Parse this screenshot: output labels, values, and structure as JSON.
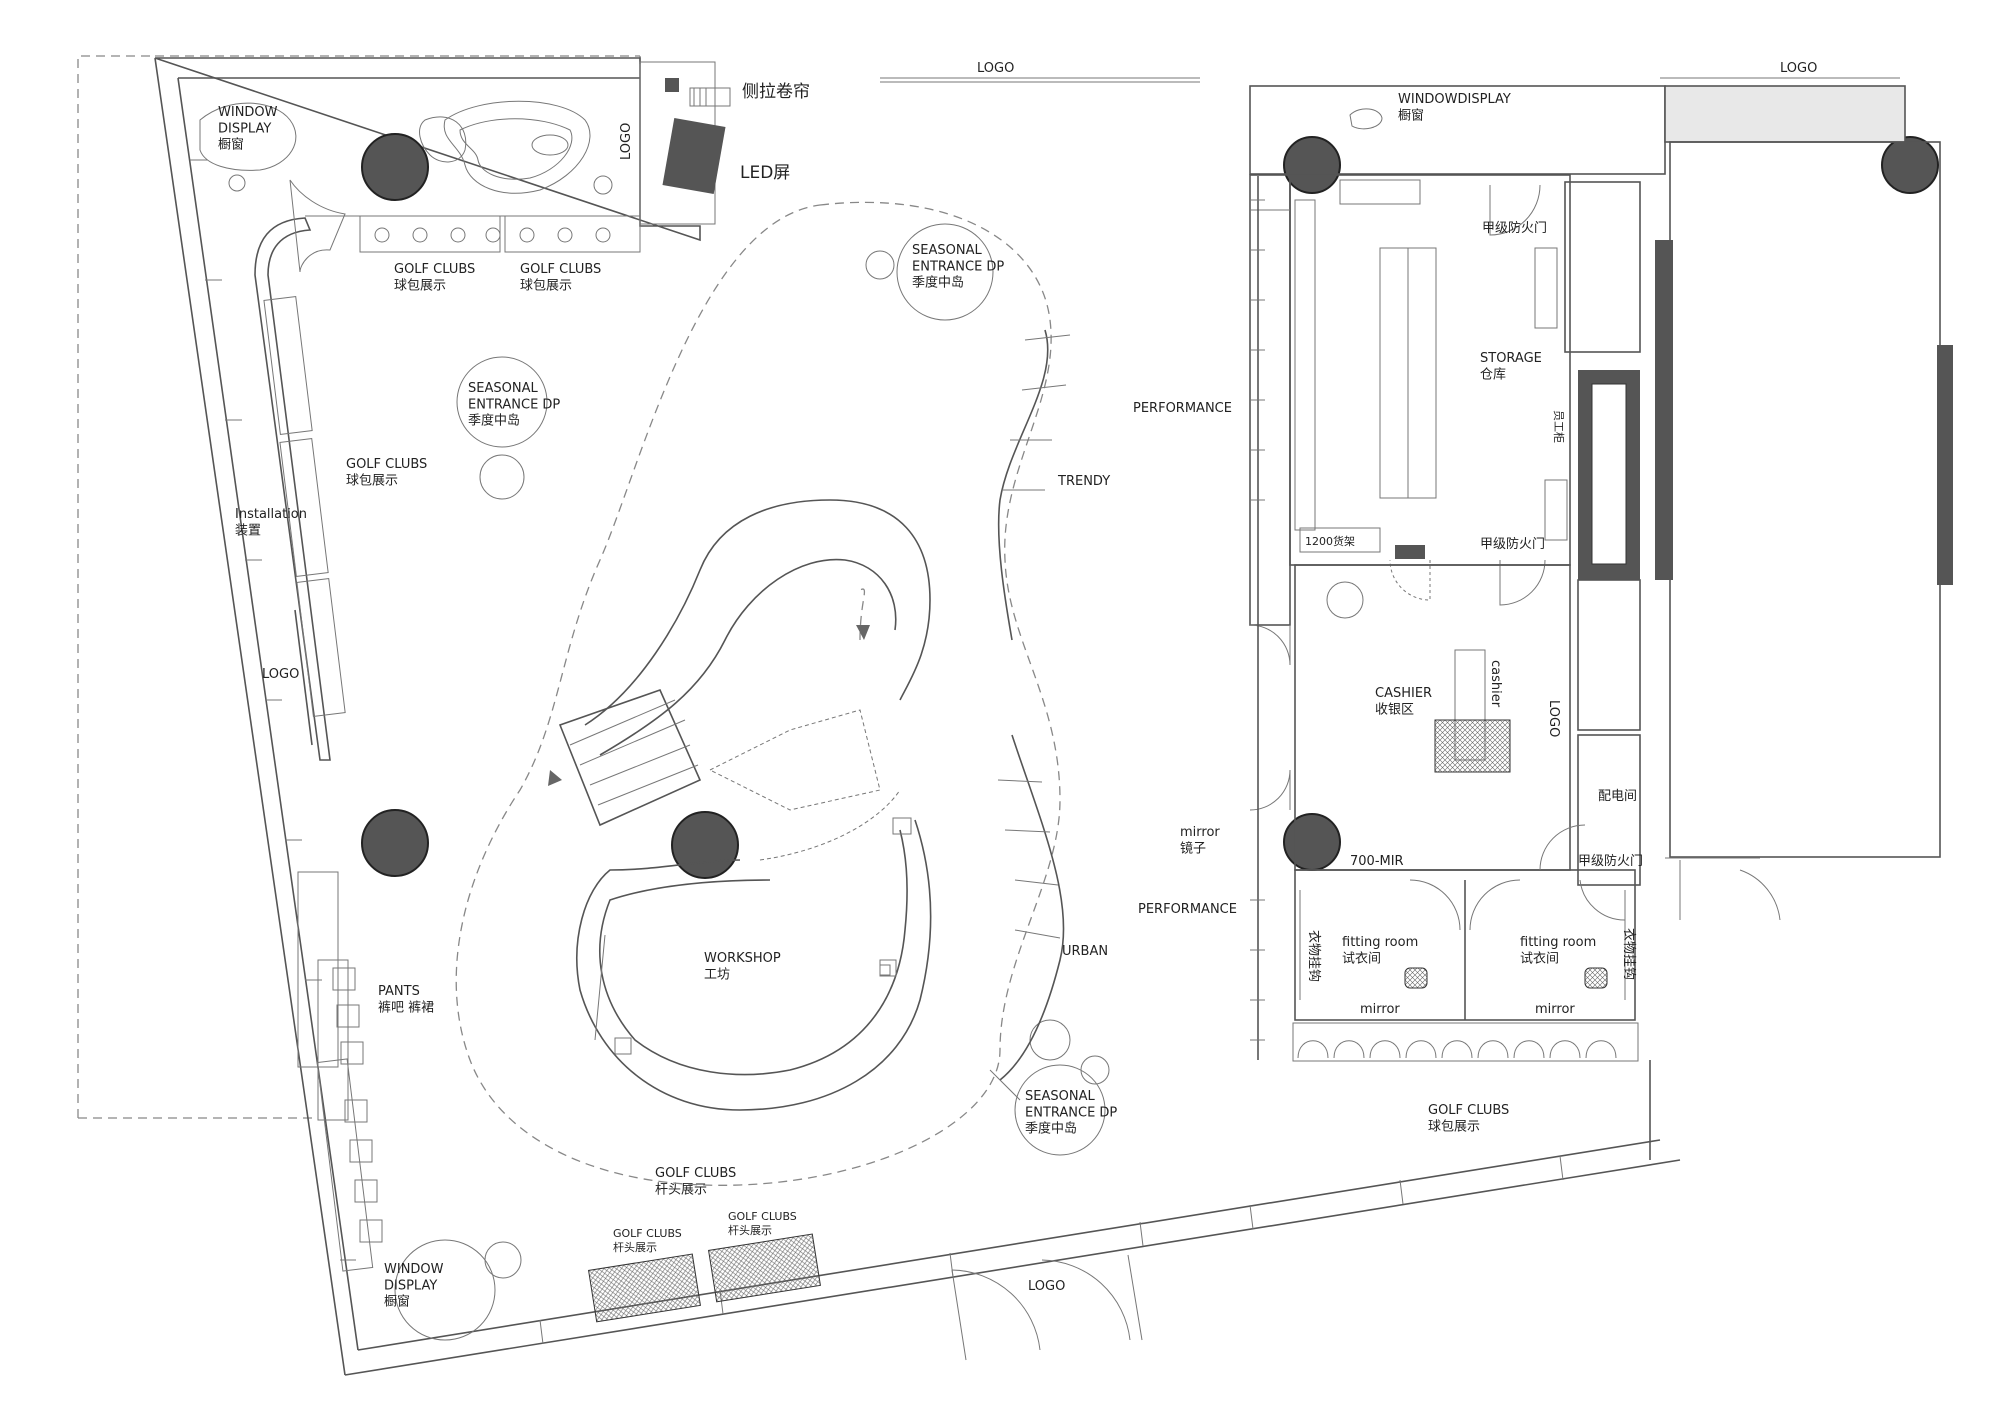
{
  "plan": {
    "labels": {
      "logo_top": "LOGO",
      "logo_top_right": "LOGO",
      "logo_left": "LOGO",
      "logo_shop": "LOGO",
      "logo_cashier": "LOGO",
      "logo_bottom": "LOGO",
      "window_display_tl": "WINDOW\nDISPLAY\n橱窗",
      "window_display_right": "WINDOWDISPLAY\n橱窗",
      "window_display_bl": "WINDOW\nDISPLAY\n橱窗",
      "side_blind": "侧拉卷帘",
      "led_screen": "LED屏",
      "golf_clubs_1": "GOLF CLUBS\n球包展示",
      "golf_clubs_2": "GOLF CLUBS\n球包展示",
      "golf_clubs_left": "GOLF CLUBS\n球包展示",
      "golf_clubs_bottom_right": "GOLF CLUBS\n球包展示",
      "golf_clubs_putter": "GOLF CLUBS\n杆头展示",
      "golf_clubs_small_1": "GOLF CLUBS\n杆头展示",
      "golf_clubs_small_2": "GOLF CLUBS\n杆头展示",
      "seasonal_top": "SEASONAL\nENTRANCE DP\n季度中岛",
      "seasonal_left": "SEASONAL\nENTRANCE DP\n季度中岛",
      "seasonal_bottom": "SEASONAL\nENTRANCE DP\n季度中岛",
      "installation": "Installation\n装置",
      "trendy": "TRENDY",
      "urban": "URBAN",
      "performance_1": "PERFORMANCE",
      "performance_2": "PERFORMANCE",
      "workshop": "WORKSHOP\n工坊",
      "pants": "PANTS\n裤吧 裤裙",
      "storage": "STORAGE\n仓库",
      "fire_door_1": "甲级防火门",
      "fire_door_2": "甲级防火门",
      "fire_door_3": "甲级防火门",
      "cashier": "CASHIER\n收银区",
      "cashier_desk": "cashier",
      "power_room": "配电间",
      "mirror_shop": "mirror\n镜子",
      "mirror_1": "mirror",
      "mirror_2": "mirror",
      "mir_700": "700-MIR",
      "fitting_1": "fitting room\n试衣间",
      "fitting_2": "fitting room\n试衣间",
      "hanging_1": "衣物挂钩",
      "hanging_2": "衣物挂钩",
      "staff_cabinet": "员工柜",
      "shelf_label": "1200货架"
    }
  }
}
